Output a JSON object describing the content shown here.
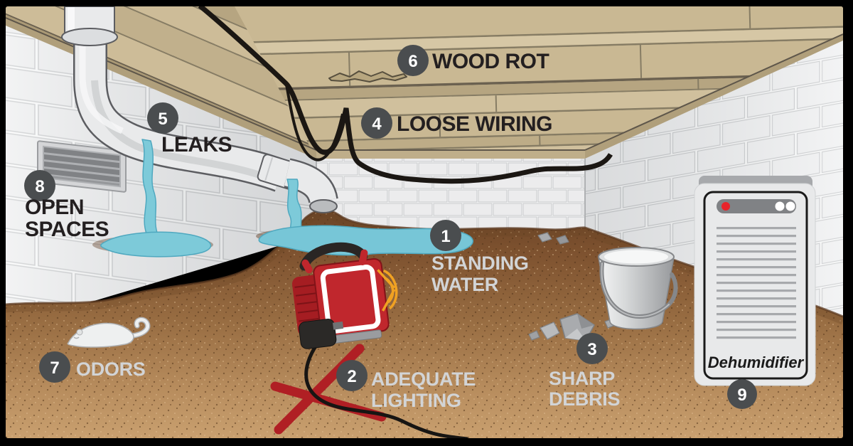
{
  "callouts": {
    "standing_water": {
      "number": "1",
      "line1": "STANDING",
      "line2": "WATER"
    },
    "adequate_lighting": {
      "number": "2",
      "line1": "ADEQUATE",
      "line2": "LIGHTING"
    },
    "sharp_debris": {
      "number": "3",
      "line1": "SHARP",
      "line2": "DEBRIS"
    },
    "loose_wiring": {
      "number": "4",
      "label": "LOOSE WIRING"
    },
    "leaks": {
      "number": "5",
      "label": "LEAKS"
    },
    "wood_rot": {
      "number": "6",
      "label": "WOOD ROT"
    },
    "odors": {
      "number": "7",
      "label": "ODORS"
    },
    "open_spaces": {
      "number": "8",
      "line1": "OPEN",
      "line2": "SPACES"
    },
    "dehumidifier": {
      "number": "9",
      "label": "Dehumidifier"
    }
  },
  "colors": {
    "badge": "#4a4d4f",
    "label_dark": "#231f20",
    "label_light": "#d2d4d6",
    "water": "#7dcad9",
    "joist_tan": "#c9b893",
    "dirt_dark": "#6b4426",
    "dirt_light": "#c9a06f",
    "work_light_red": "#c0272d",
    "cage_orange": "#f0a122",
    "wire_black": "#1b1713",
    "block_white": "#f0f1f1"
  }
}
